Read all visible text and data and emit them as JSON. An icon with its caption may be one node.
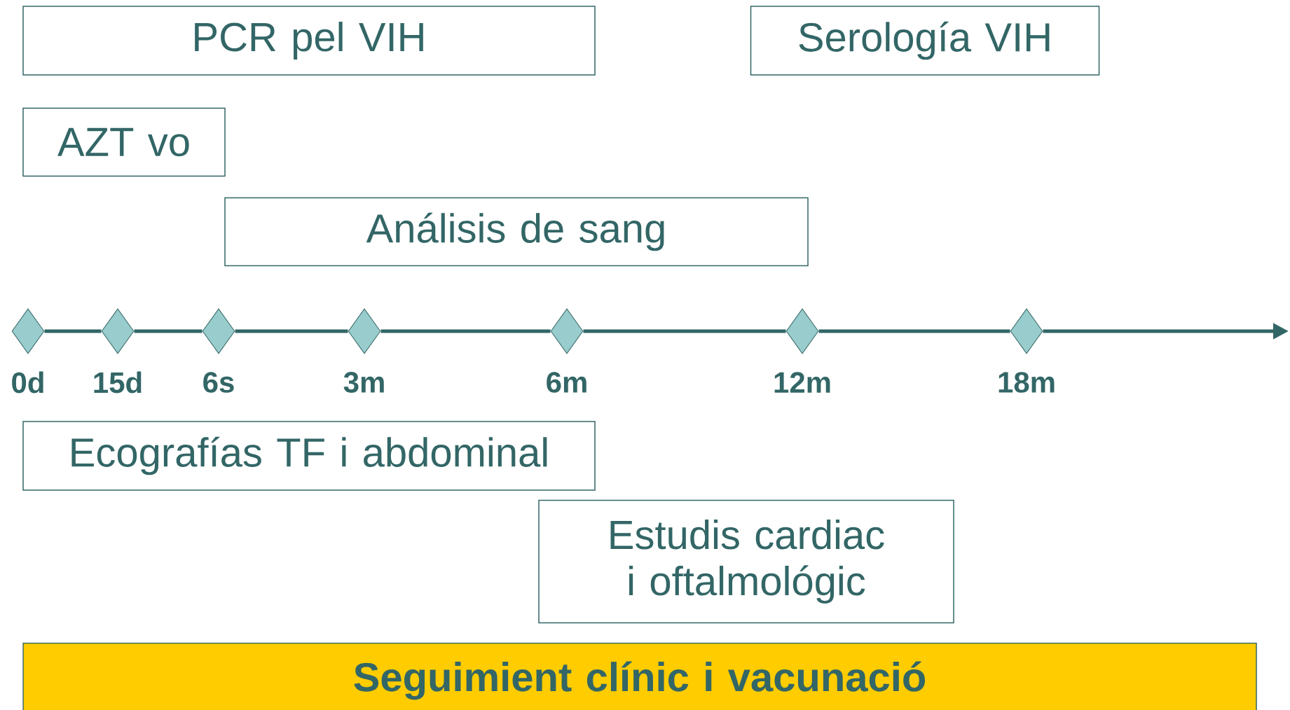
{
  "diagram": {
    "nodes": [
      {
        "text": [
          "PCR pel VIH"
        ]
      },
      {
        "text": [
          "Serología VIH"
        ]
      },
      {
        "text": [
          "AZT vo"
        ]
      },
      {
        "text": [
          "Análisis de sang"
        ]
      },
      {
        "text": [],
        "shape": "diamond",
        "beside": [
          "0d"
        ]
      },
      {
        "text": [],
        "shape": "diamond",
        "beside": [
          "15d"
        ]
      },
      {
        "text": [],
        "shape": "diamond",
        "beside": [
          "6s"
        ]
      },
      {
        "text": [],
        "shape": "diamond",
        "beside": [
          "3m"
        ]
      },
      {
        "text": [],
        "shape": "diamond",
        "beside": [
          "6m"
        ]
      },
      {
        "text": [],
        "shape": "diamond",
        "beside": [
          "12m"
        ]
      },
      {
        "text": [],
        "shape": "diamond",
        "beside": [
          "18m"
        ]
      },
      {
        "text": [
          "Ecografías TF i abdominal"
        ]
      },
      {
        "text": [
          "Estudis cardiac i oftalmológic"
        ]
      },
      {
        "text": [
          "Seguimient clínic i vacunació"
        ]
      }
    ],
    "edges": [
      {
        "from": 4,
        "to": 5,
        "arrow": "none"
      },
      {
        "from": 5,
        "to": 6,
        "arrow": "none"
      },
      {
        "from": 6,
        "to": 7,
        "arrow": "none"
      },
      {
        "from": 7,
        "to": 8,
        "arrow": "none"
      },
      {
        "from": 8,
        "to": 9,
        "arrow": "none"
      },
      {
        "from": 9,
        "to": 10,
        "arrow": "none"
      },
      {
        "from": 10,
        "to": null,
        "arrow": "to"
      }
    ]
  }
}
